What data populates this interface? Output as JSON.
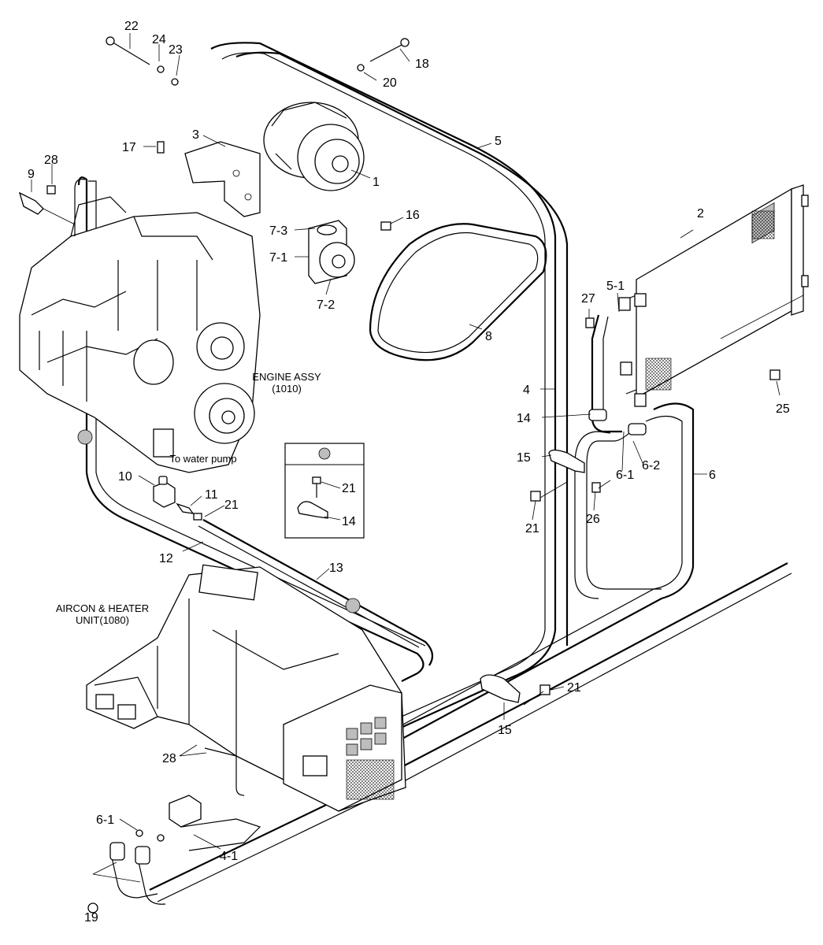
{
  "labels": {
    "engine": "ENGINE ASSY",
    "engine_code": "(1010)",
    "to_water_pump": "To water pump",
    "aircon_line1": "AIRCON & HEATER",
    "aircon_line2": "UNIT(1080)"
  },
  "callouts": [
    {
      "id": "c22",
      "text": "22"
    },
    {
      "id": "c24",
      "text": "24"
    },
    {
      "id": "c23",
      "text": "23"
    },
    {
      "id": "c18",
      "text": "18"
    },
    {
      "id": "c20",
      "text": "20"
    },
    {
      "id": "c17",
      "text": "17"
    },
    {
      "id": "c3",
      "text": "3"
    },
    {
      "id": "c5",
      "text": "5"
    },
    {
      "id": "c1",
      "text": "1"
    },
    {
      "id": "c9",
      "text": "9"
    },
    {
      "id": "c28a",
      "text": "28"
    },
    {
      "id": "c16",
      "text": "16"
    },
    {
      "id": "c7_3",
      "text": "7-3"
    },
    {
      "id": "c7_1",
      "text": "7-1"
    },
    {
      "id": "c7_2",
      "text": "7-2"
    },
    {
      "id": "c2",
      "text": "2"
    },
    {
      "id": "c5_1",
      "text": "5-1"
    },
    {
      "id": "c27",
      "text": "27"
    },
    {
      "id": "c8",
      "text": "8"
    },
    {
      "id": "c25",
      "text": "25"
    },
    {
      "id": "c4",
      "text": "4"
    },
    {
      "id": "c14a",
      "text": "14"
    },
    {
      "id": "c15a",
      "text": "15"
    },
    {
      "id": "c6_2",
      "text": "6-2"
    },
    {
      "id": "c6_1a",
      "text": "6-1"
    },
    {
      "id": "c6",
      "text": "6"
    },
    {
      "id": "c21a",
      "text": "21"
    },
    {
      "id": "c26",
      "text": "26"
    },
    {
      "id": "c10",
      "text": "10"
    },
    {
      "id": "c11",
      "text": "11"
    },
    {
      "id": "c21b",
      "text": "21"
    },
    {
      "id": "c21c",
      "text": "21"
    },
    {
      "id": "c14b",
      "text": "14"
    },
    {
      "id": "c12",
      "text": "12"
    },
    {
      "id": "c13",
      "text": "13"
    },
    {
      "id": "c21d",
      "text": "21"
    },
    {
      "id": "c15b",
      "text": "15"
    },
    {
      "id": "c28b",
      "text": "28"
    },
    {
      "id": "c6_1b",
      "text": "6-1"
    },
    {
      "id": "c4_1",
      "text": "4-1"
    },
    {
      "id": "c19",
      "text": "19"
    }
  ]
}
